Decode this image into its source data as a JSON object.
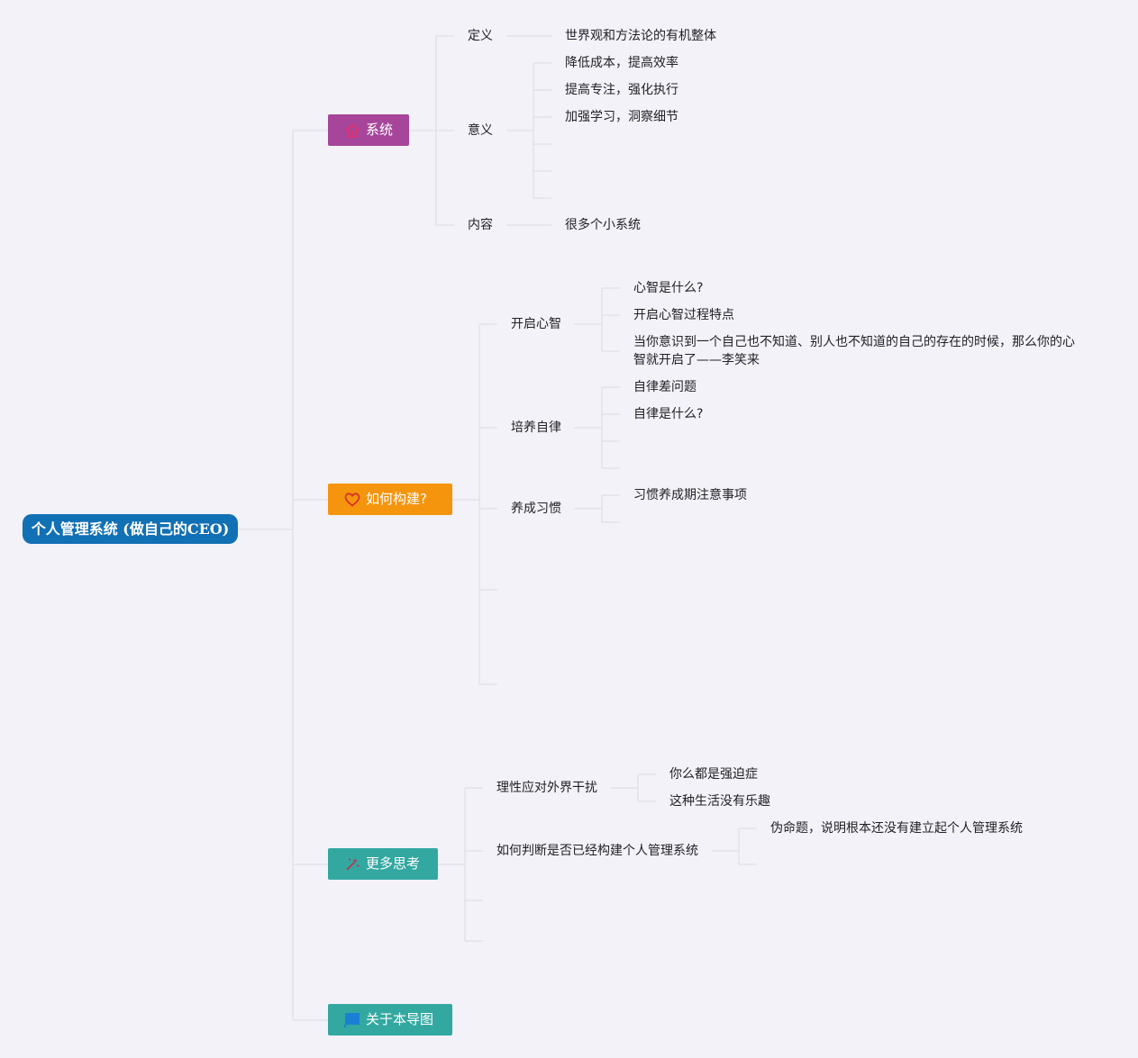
{
  "root": {
    "label": "个人管理系统 (做自己的CEO)",
    "color": "#1270b4"
  },
  "branches": [
    {
      "label": "系统",
      "icon": "house-icon",
      "color": "#a6459a"
    },
    {
      "label": "如何构建?",
      "icon": "heart-icon",
      "color": "#f5950d"
    },
    {
      "label": "更多思考",
      "icon": "sparkle-icon",
      "color": "#33a8a1"
    },
    {
      "label": "关于本导图",
      "icon": "flag-icon",
      "color": "#33a8a1"
    }
  ],
  "system": {
    "definition": {
      "label": "定义",
      "items": [
        "世界观和方法论的有机整体"
      ]
    },
    "meaning": {
      "label": "意义",
      "items": [
        "降低成本，提高效率",
        "提高专注，强化执行",
        "加强学习，洞察细节"
      ]
    },
    "content": {
      "label": "内容",
      "items": [
        "很多个小系统"
      ]
    }
  },
  "build": {
    "mind": {
      "label": "开启心智",
      "items": [
        "心智是什么?",
        "开启心智过程特点",
        "当你意识到一个自己也不知道、别人也不知道的自己的存在的时候，那么你的心智就开启了——李笑来"
      ]
    },
    "discipline": {
      "label": "培养自律",
      "items": [
        "自律差问题",
        "自律是什么?"
      ]
    },
    "habit": {
      "label": "养成习惯",
      "items": [
        "习惯养成期注意事项"
      ]
    }
  },
  "thinking": {
    "interference": {
      "label": "理性应对外界干扰",
      "items": [
        "你么都是强迫症",
        "这种生活没有乐趣"
      ]
    },
    "judge": {
      "label": "如何判断是否已经构建个人管理系统",
      "items": [
        "伪命题，说明根本还没有建立起个人管理系统"
      ]
    }
  }
}
